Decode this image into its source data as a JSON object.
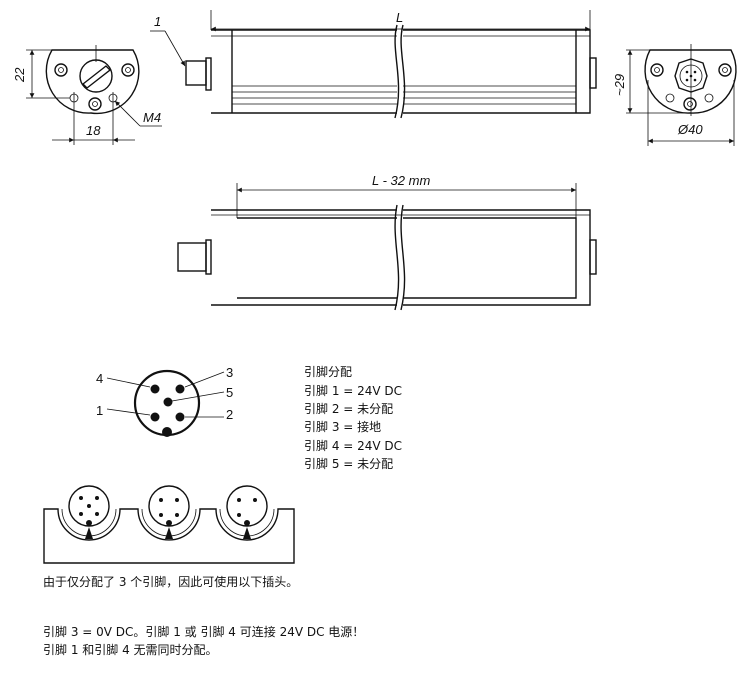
{
  "dimensions": {
    "callout_1": "1",
    "length": "L",
    "height_left": "22",
    "hole_spacing": "18",
    "thread": "M4",
    "height_right": "~29",
    "diameter": "Ø40",
    "inner_length": "L - 32 mm"
  },
  "pins": {
    "labels": [
      "1",
      "2",
      "3",
      "4",
      "5"
    ]
  },
  "assignment": {
    "title": "引脚分配",
    "lines": [
      "引脚 1 = 24V DC",
      "引脚 2 = 未分配",
      "引脚 3 = 接地",
      "引脚 4 = 24V DC",
      "引脚 5 = 未分配"
    ]
  },
  "notes": {
    "plugs": "由于仅分配了 3 个引脚，因此可使用以下插头。",
    "line1": "引脚 3 = 0V DC。引脚 1 或 引脚 4 可连接 24V DC 电源！",
    "line2": "引脚 1 和引脚 4 无需同时分配。"
  }
}
